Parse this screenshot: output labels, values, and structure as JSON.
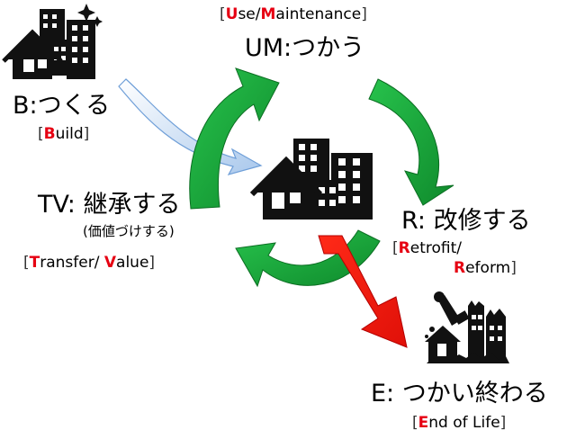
{
  "stages": {
    "build": {
      "label": "B:つくる",
      "sub_open": "[",
      "sub_key": "B",
      "sub_rest": "uild",
      "sub_close": "]"
    },
    "use": {
      "label": "UM:つかう",
      "sub_open": "[",
      "k1": "U",
      "r1": "se/",
      "k2": "M",
      "r2": "aintenance",
      "sub_close": "]"
    },
    "reform": {
      "label": "R: 改修する",
      "sub_open": "[",
      "k1": "R",
      "r1": "etrofit/",
      "k2": "R",
      "r2": "eform",
      "sub_close": "]"
    },
    "transfer": {
      "label": "TV: 継承する",
      "note": "(価値づけする)",
      "sub_open": "[",
      "k1": "T",
      "r1": "ransfer/ ",
      "k2": "V",
      "r2": "alue",
      "sub_close": "]"
    },
    "end": {
      "label": "E: つかい終わる",
      "sub_open": "[",
      "k1": "E",
      "r1": "nd of Life",
      "sub_close": "]"
    }
  },
  "icons": [
    "city-building-icon",
    "central-building-icon",
    "demolition-icon"
  ],
  "colors": {
    "cycle_arrow": "#19a83a",
    "end_arrow": "#e8150f",
    "entry_arrow": "#b9d3ee",
    "accent": "#e60012"
  }
}
